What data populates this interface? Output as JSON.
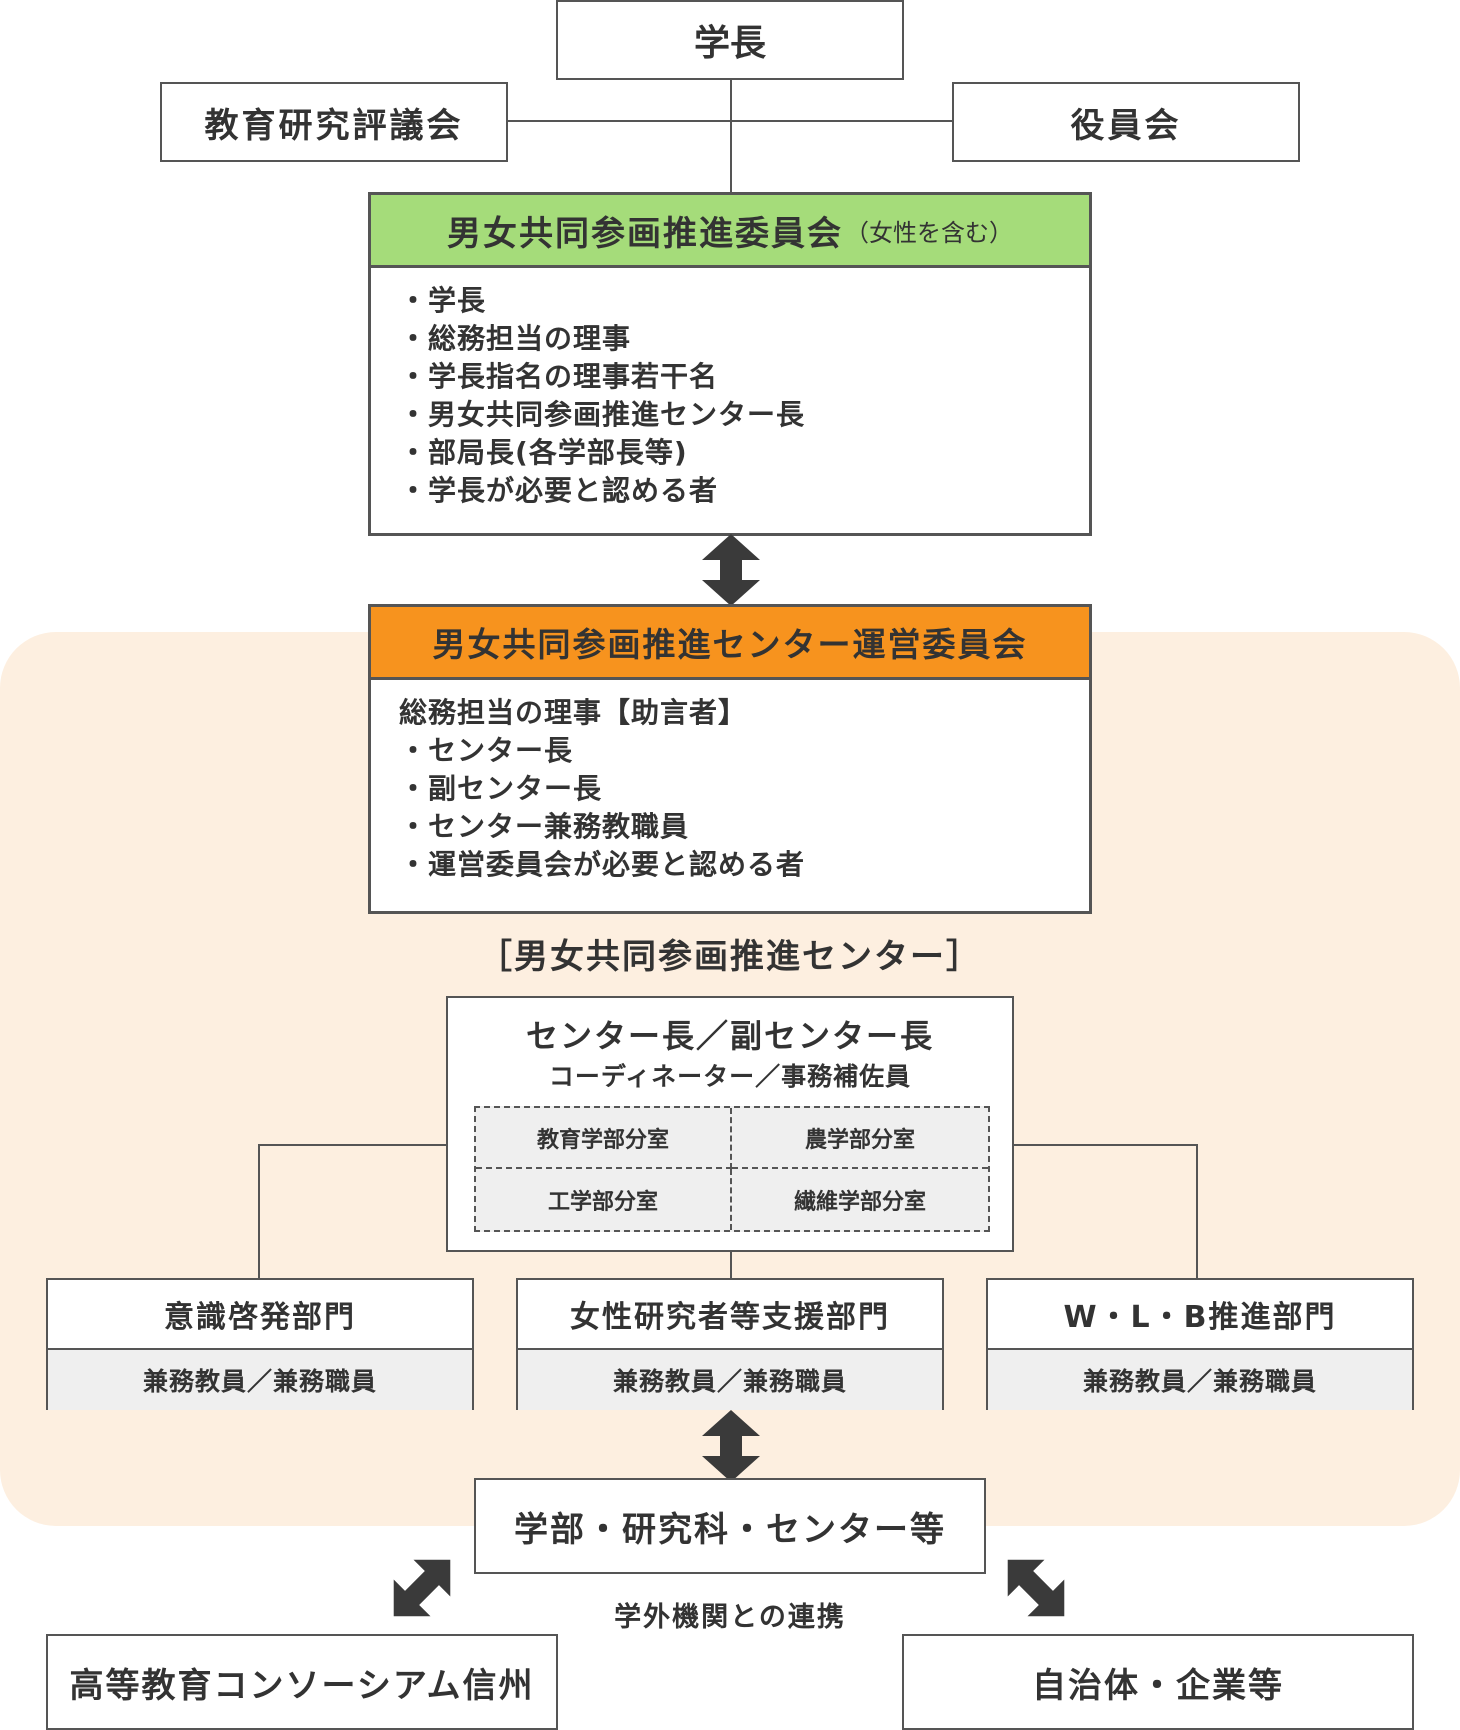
{
  "top": {
    "president": "学長",
    "council": "教育研究評議会",
    "board": "役員会"
  },
  "equality_committee": {
    "title": "男女共同参画推進委員会",
    "note": "（女性を含む）",
    "members": [
      "学長",
      "総務担当の理事",
      "学長指名の理事若干名",
      "男女共同参画推進センター長",
      "部局長(各学部長等)",
      "学長が必要と認める者"
    ]
  },
  "center_committee": {
    "title": "男女共同参画推進センター運営委員会",
    "advisor": "総務担当の理事【助言者】",
    "members": [
      "センター長",
      "副センター長",
      "センター兼務教職員",
      "運営委員会が必要と認める者"
    ]
  },
  "center": {
    "label": "［男女共同参画推進センター］",
    "head": "センター長／副センター長",
    "staff": "コーディネーター／事務補佐員",
    "branches": [
      "教育学部分室",
      "農学部分室",
      "工学部分室",
      "繊維学部分室"
    ]
  },
  "divisions": [
    {
      "title": "意識啓発部門",
      "staff": "兼務教員／兼務職員"
    },
    {
      "title": "女性研究者等支援部門",
      "staff": "兼務教員／兼務職員"
    },
    {
      "title": "W・L・B推進部門",
      "staff": "兼務教員／兼務職員"
    }
  ],
  "faculties": "学部・研究科・センター等",
  "external": {
    "caption": "学外機関との連携",
    "left": "高等教育コンソーシアム信州",
    "right": "自治体・企業等"
  },
  "colors": {
    "green": "#a5dc7a",
    "orange": "#f7931e",
    "background": "#fdefe0",
    "cell": "#efefef",
    "line": "#555555",
    "arrow": "#3a3a3a"
  }
}
